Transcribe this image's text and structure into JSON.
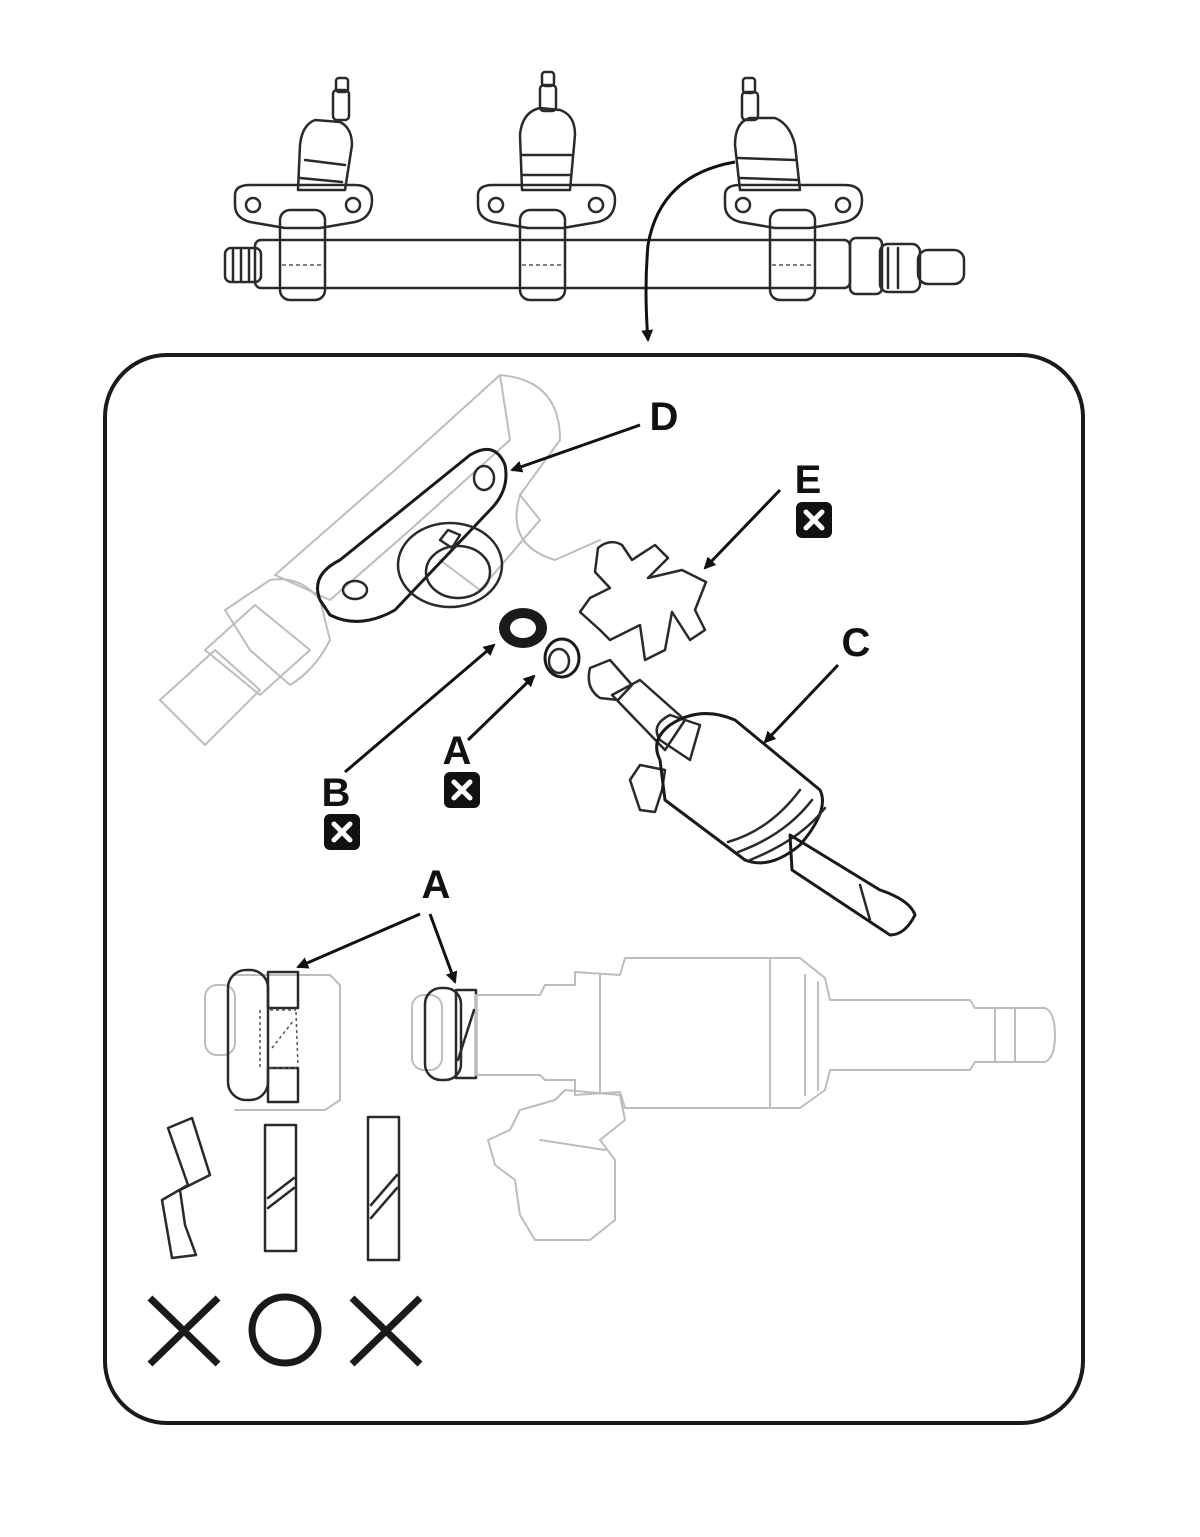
{
  "callouts": {
    "a_upper": "A",
    "b": "B",
    "c": "C",
    "d": "D",
    "e": "E",
    "a_lower": "A"
  },
  "marks": {
    "wrong_left": "×",
    "correct": "○",
    "wrong_right": "×"
  },
  "colors": {
    "line": "#1a1a1a",
    "faint": "#bdbdbd",
    "gray_fill": "#c8c8c8"
  },
  "icons": [
    "do-not-reuse-icon",
    "arrow-icon"
  ]
}
